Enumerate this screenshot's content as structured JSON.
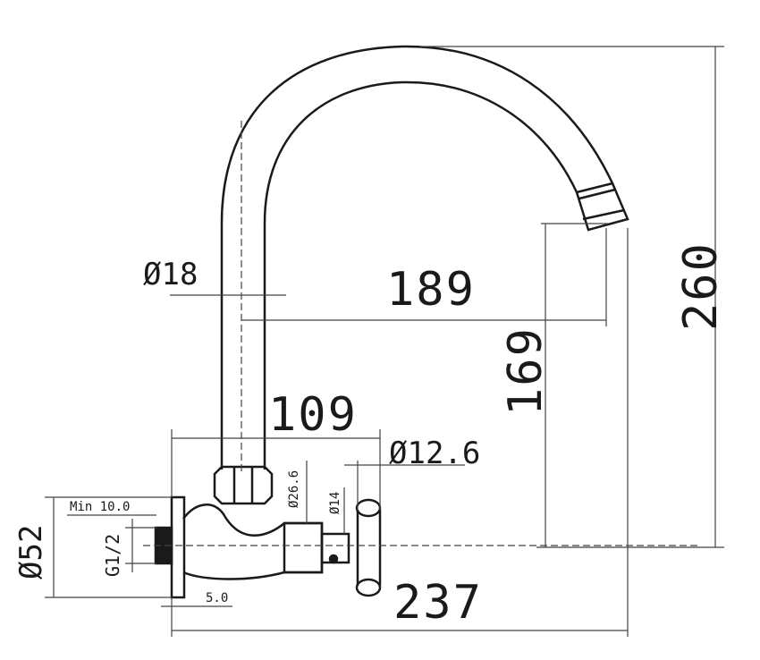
{
  "drawing": {
    "subject": "Wall-mounted faucet with swan-neck spout",
    "dimensions": {
      "total_height": "260",
      "spout_reach": "189",
      "spout_outlet_height": "169",
      "spout_tube_diameter": "Ø18",
      "body_length": "109",
      "handle_diameter": "Ø12.6",
      "body_diameter": "Ø26.6",
      "stem_diameter": "Ø14",
      "flange_diameter": "Ø52",
      "thread": "G1/2",
      "min_thread_depth": "Min 10.0",
      "flange_thickness": "5.0",
      "total_length": "237"
    }
  }
}
